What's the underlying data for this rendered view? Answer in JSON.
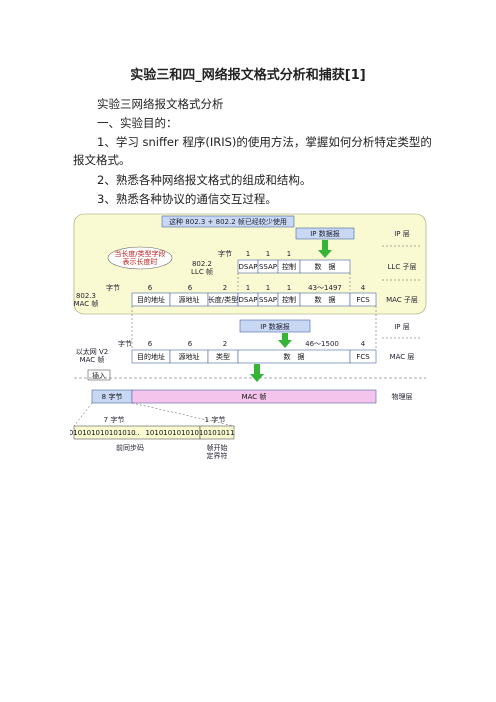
{
  "doc": {
    "title": "实验三和四_网络报文格式分析和捕获[1]",
    "heading": "实验三网络报文格式分析",
    "section1": "一、实验目的：",
    "item1_line1": "1、学习 sniffer 程序(IRIS)的使用方法，掌握如何分析特定类型的",
    "item1_line2": "报文格式。",
    "item2": "2、熟悉各种网络报文格式的组成和结构。",
    "item3": "3、熟悉各种协议的通信交互过程。"
  },
  "figure": {
    "top_note": "这种 802.3 + 802.2 帧已经较少使用",
    "ip_packet_top": "IP 数据报",
    "ip_packet_mid": "IP 数据报",
    "mac_frame_label": "MAC 帧",
    "callout": [
      "当长度/类型字段",
      "表示长度时"
    ],
    "llc_label": [
      "802.2",
      "LLC 帧"
    ],
    "dot3_label": [
      "802.3",
      "MAC 帧"
    ],
    "eth_label": [
      "以太网 V2",
      "MAC 帧"
    ],
    "insert_label": "插入",
    "bytes_label": "字节",
    "llc_sizes": [
      "1",
      "1",
      "1"
    ],
    "llc_fields": [
      "DSAP",
      "SSAP",
      "控制",
      "数　据"
    ],
    "dot3_sizes": [
      "6",
      "6",
      "2",
      "1",
      "1",
      "1",
      "43～1497",
      "4"
    ],
    "dot3_fields": [
      "目的地址",
      "源地址",
      "长度/类型",
      "DSAP",
      "SSAP",
      "控制",
      "数　据",
      "FCS"
    ],
    "eth_sizes": [
      "6",
      "6",
      "2",
      "46～1500",
      "4"
    ],
    "eth_fields": [
      "目的地址",
      "源地址",
      "类型",
      "数　据",
      "FCS"
    ],
    "preamble_box": "8 字节",
    "layers": {
      "ip1": "IP 层",
      "llc": "LLC 子层",
      "mac1": "MAC 子层",
      "ip2": "IP 层",
      "mac2": "MAC 层",
      "phy": "物理层"
    },
    "preamble_7": "7 字节",
    "preamble_1": "1 字节",
    "bits_a": "1010101010101010",
    "bits_dots": "…",
    "bits_b": "10101010101010101011",
    "preamble_name": "前同步码",
    "sfd": [
      "帧开始",
      "定界符"
    ]
  },
  "colors": {
    "accent_blue": "#c8d8f4",
    "accent_pink": "#f4c4ec",
    "accent_yellow": "#fafad2",
    "green_arrow": "#36b436"
  }
}
